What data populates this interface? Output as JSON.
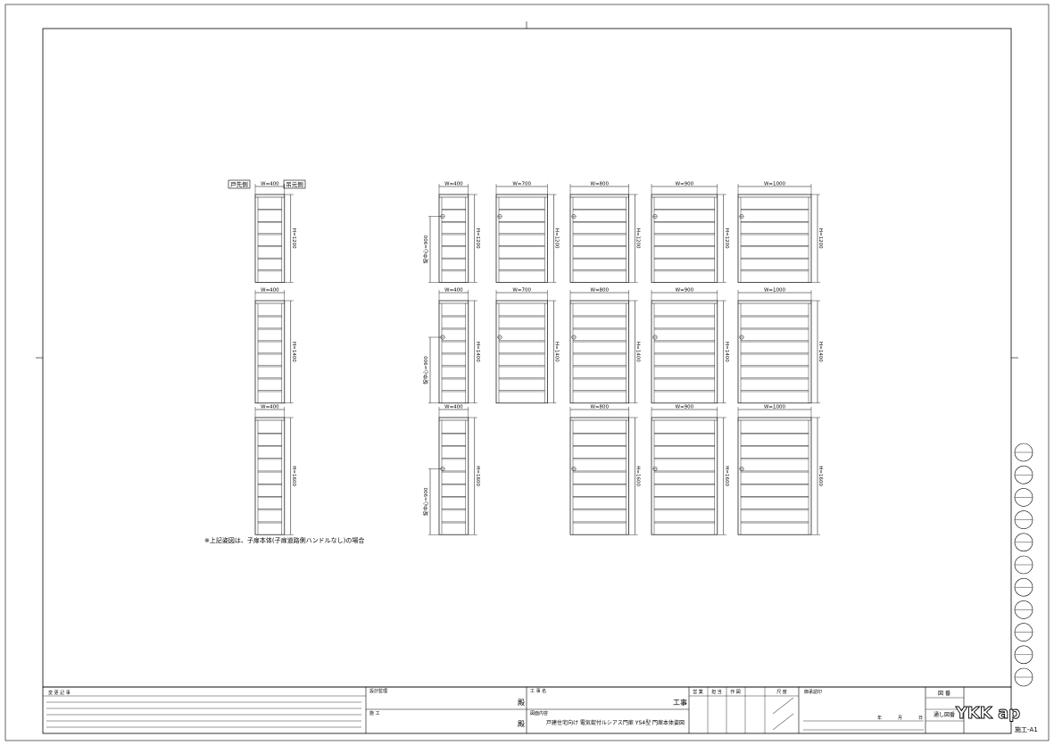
{
  "side_labels": {
    "hinge_side": "戸先側",
    "pivot_side": "吊元側"
  },
  "handle_label": "錠中心=900",
  "note": "※上記姿図は、子扉本体(子扉道路側ハンドルなし)の場合",
  "rows": [
    {
      "height": 1200,
      "slats": 6,
      "single_width": 400,
      "widths": [
        400,
        700,
        800,
        900,
        1000
      ]
    },
    {
      "height": 1400,
      "slats": 7,
      "single_width": 400,
      "widths": [
        400,
        700,
        800,
        900,
        1000
      ]
    },
    {
      "height": 1600,
      "slats": 8,
      "single_width": 400,
      "widths": [
        400,
        800,
        900,
        1000
      ]
    }
  ],
  "title_block": {
    "revision_header": "変 更 記 事",
    "design_supervisor": "設計監理",
    "honorific": "殿",
    "contractor": "施  工",
    "project_name_label": "工 事 名",
    "project_suffix": "工事",
    "drawing_content_label": "図面内容",
    "drawing_content": "戸建住宅向け 電気錠付ルシアス門扉 YS4型 門扉本体姿図",
    "stamps": [
      "営 業",
      "担 当",
      "作 図",
      "尺 度"
    ],
    "approval_label": "御承認印",
    "date_units": [
      "年",
      "月",
      "日"
    ],
    "drawing_no_label": "図 番",
    "serial_no_label": "通し図番",
    "brand": "YKK ap",
    "sheet_code": "施工-A1"
  },
  "colors": {
    "line": "#000000",
    "background": "#ffffff"
  }
}
